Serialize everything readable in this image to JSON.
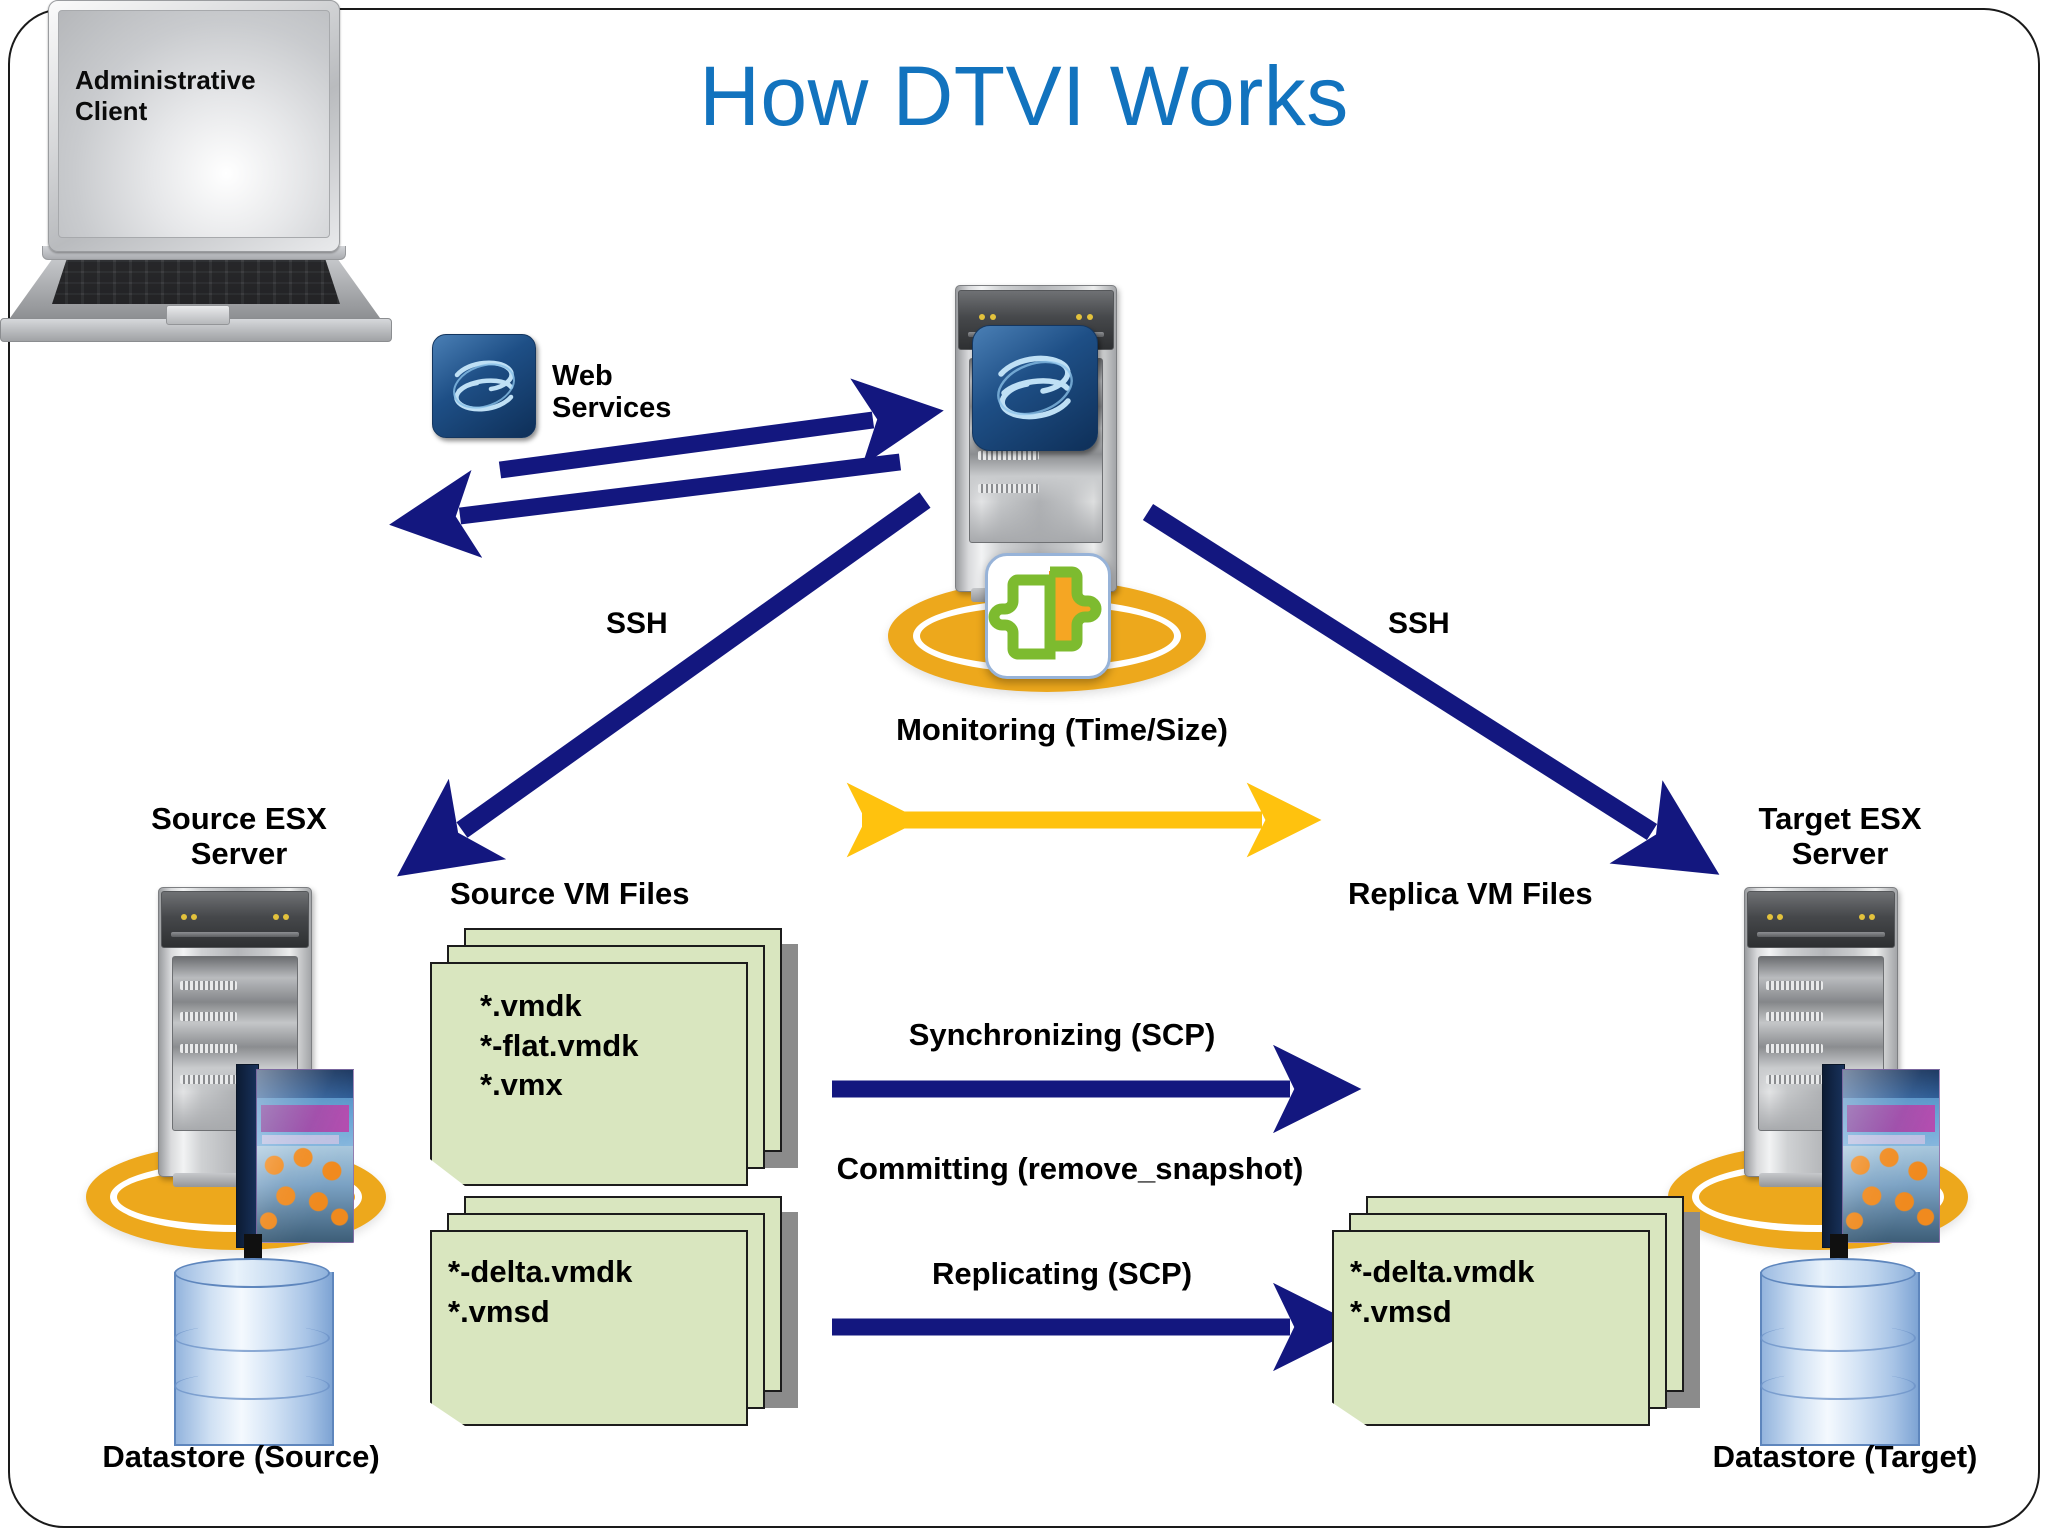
{
  "slide": {
    "title": "How DTVI Works",
    "title_color": "#1273BE",
    "background": "#FFFFFF",
    "border_color": "#1A1A1A"
  },
  "colors": {
    "arrow_navy": "#13177F",
    "arrow_amber": "#FFC20E",
    "file_green": "#D9E6BF",
    "file_border": "#1C1C1C",
    "ring_orange": "#EDA81C",
    "datastore_blue": "#BBD4EE"
  },
  "nodes": {
    "admin_client": {
      "label": "Administrative Client",
      "line1": "Administrative",
      "line2": "Client"
    },
    "web_services": {
      "label_line1": "Web",
      "label_line2": "Services",
      "icon": "web-services-swoosh-icon"
    },
    "management_server": {
      "monitoring_label": "Monitoring (Time/Size)",
      "web_icon": "web-services-swoosh-icon",
      "monitor_icon": "puzzle-piece-icon"
    },
    "source_esx": {
      "line1": "Source ESX",
      "line2": "Server"
    },
    "target_esx": {
      "line1": "Target ESX",
      "line2": "Server"
    },
    "datastore_source": {
      "label": "Datastore (Source)"
    },
    "datastore_target": {
      "label": "Datastore (Target)"
    }
  },
  "file_stacks": {
    "source_vm_files": {
      "heading": "Source VM Files",
      "files": [
        "*.vmdk",
        "*-flat.vmdk",
        "*.vmx"
      ]
    },
    "source_delta_files": {
      "files": [
        "*-delta.vmdk",
        "*.vmsd"
      ]
    },
    "replica_vm_files": {
      "heading": "Replica VM Files",
      "files": [
        "*-delta.vmdk",
        "*.vmsd"
      ]
    }
  },
  "connections": {
    "ssh_left": "SSH",
    "ssh_right": "SSH",
    "synchronizing": "Synchronizing (SCP)",
    "committing": "Committing (remove_snapshot)",
    "replicating": "Replicating (SCP)"
  }
}
